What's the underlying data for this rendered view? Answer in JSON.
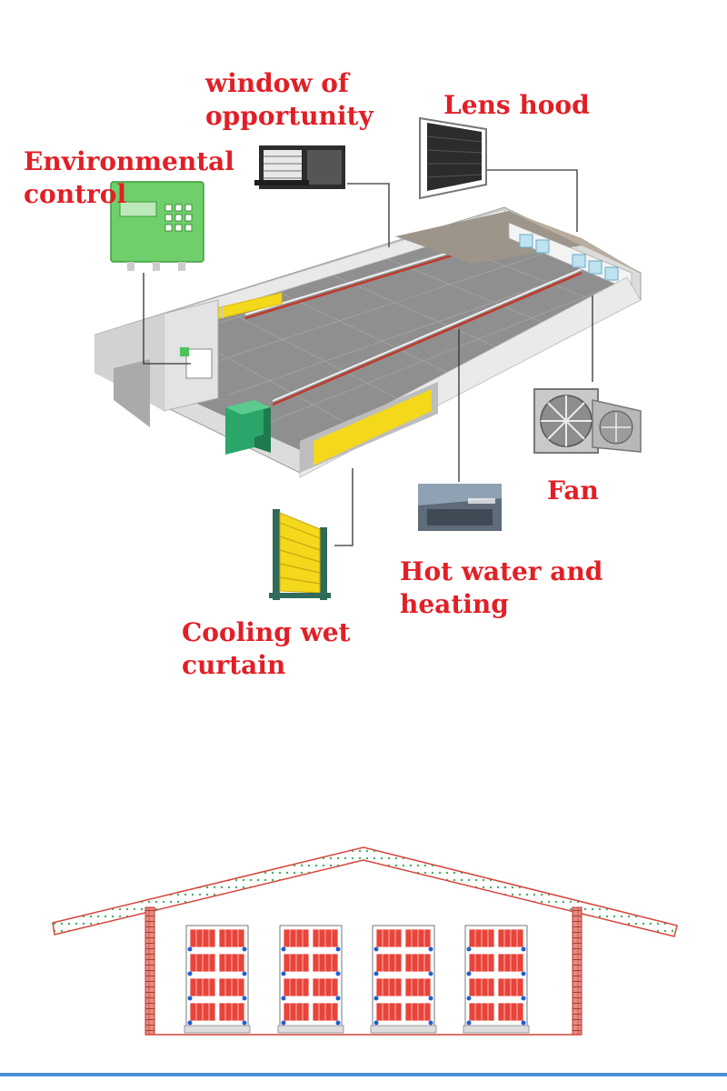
{
  "labels": {
    "window_of_opportunity": [
      "window of",
      "opportunity"
    ],
    "lens_hood": [
      "Lens hood"
    ],
    "environmental_control": [
      "Environmental",
      "control"
    ],
    "fan": [
      "Fan"
    ],
    "hot_water_heating": [
      "Hot water and",
      "heating"
    ],
    "cooling_wet_curtain": [
      "Cooling wet",
      "curtain"
    ]
  },
  "colors": {
    "label": "#e11f26",
    "floor": "#8f8f8f",
    "wall": "#e9e9e9",
    "wall_dark": "#c7c7c7",
    "cooling_pad": "#f4d81b",
    "controller": "#6fcf6a",
    "cage": "#e8443a",
    "brick": "#d6453a",
    "bottom_bar": "#4a90d9"
  },
  "icons": [
    "window-vent-icon",
    "lens-hood-icon",
    "environment-controller-icon",
    "exhaust-fan-icon",
    "heating-photo-icon",
    "cooling-pad-icon"
  ]
}
